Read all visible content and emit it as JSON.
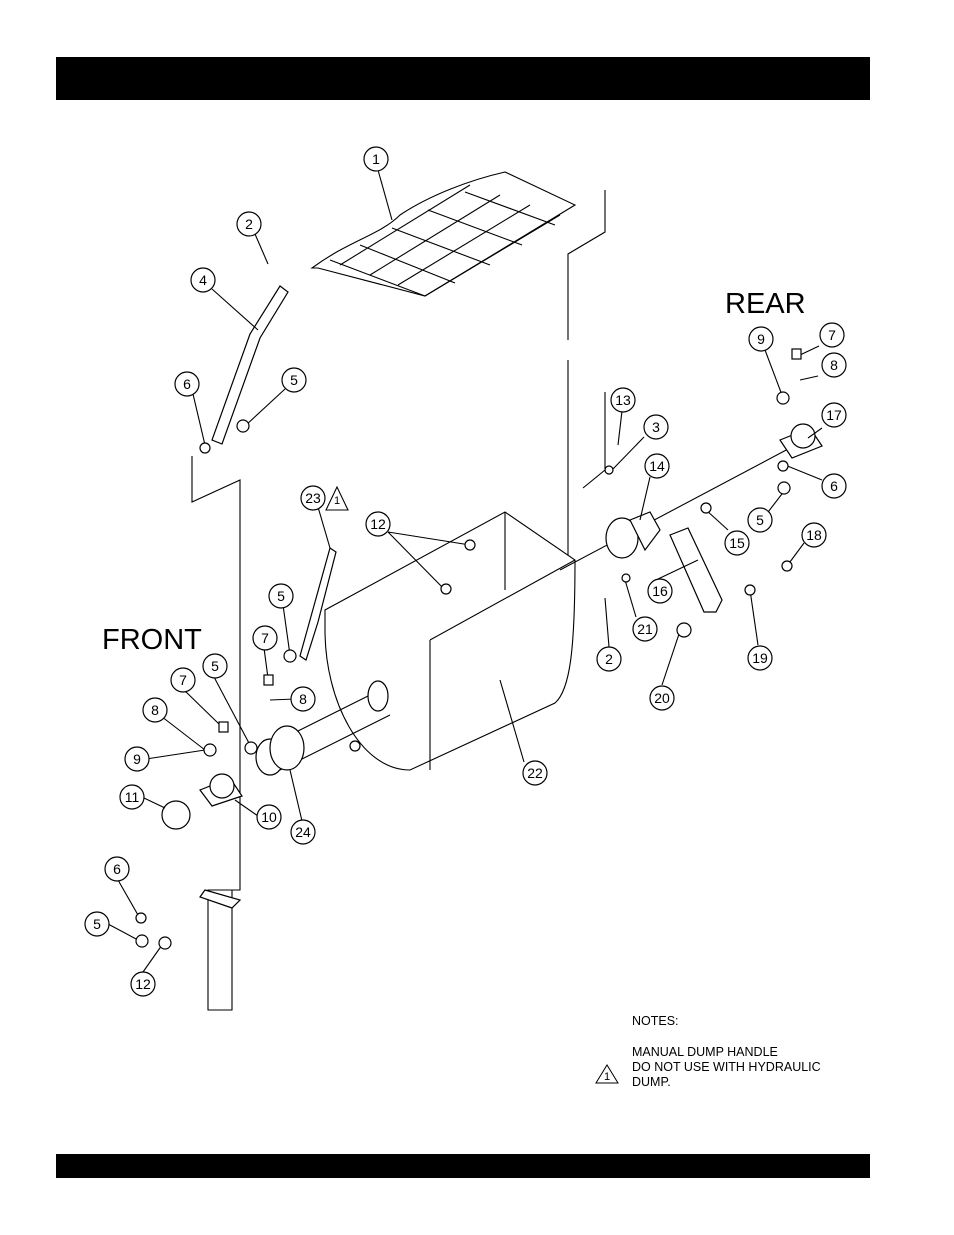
{
  "labels": {
    "front": "FRONT",
    "rear": "REAR"
  },
  "callouts": [
    "1",
    "2",
    "4",
    "6",
    "5",
    "23",
    "12",
    "5",
    "7",
    "5",
    "7",
    "8",
    "9",
    "11",
    "10",
    "24",
    "8",
    "6",
    "5",
    "12",
    "13",
    "3",
    "14",
    "15",
    "16",
    "21",
    "2",
    "20",
    "22",
    "9",
    "7",
    "8",
    "17",
    "6",
    "5",
    "18",
    "19"
  ],
  "notes": {
    "title": "NOTES:",
    "line1": "MANUAL DUMP HANDLE",
    "line2": "DO NOT USE WITH HYDRAULIC",
    "line3": "DUMP.",
    "triangle_number": "1"
  },
  "triangle_marker": "1"
}
